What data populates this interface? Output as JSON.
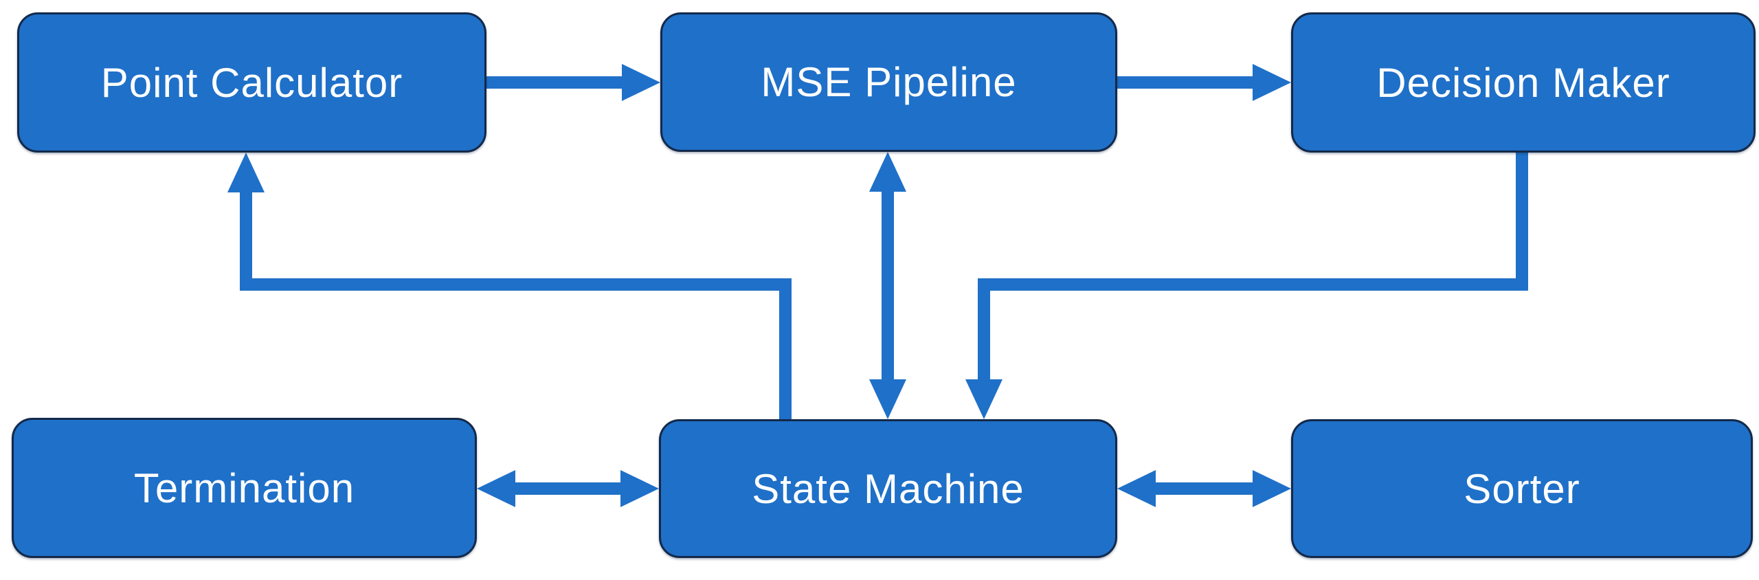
{
  "figure": {
    "type": "flow-diagram",
    "background": "#FFFFFF"
  },
  "colors": {
    "node_fill": "#1F70C8",
    "node_border": "#13294A",
    "arrow": "#1F70C8",
    "label_text": "#FFFFFF"
  },
  "nodes": [
    {
      "id": "point-calculator",
      "label": "Point Calculator",
      "row": "top"
    },
    {
      "id": "mse-pipeline",
      "label": "MSE Pipeline",
      "row": "top"
    },
    {
      "id": "decision-maker",
      "label": "Decision Maker",
      "row": "top"
    },
    {
      "id": "termination",
      "label": "Termination",
      "row": "bottom"
    },
    {
      "id": "state-machine",
      "label": "State Machine",
      "row": "bottom"
    },
    {
      "id": "sorter",
      "label": "Sorter",
      "row": "bottom"
    }
  ],
  "edges": [
    {
      "from": "point-calculator",
      "to": "mse-pipeline",
      "style": "straight",
      "direction": "one-way"
    },
    {
      "from": "mse-pipeline",
      "to": "decision-maker",
      "style": "straight",
      "direction": "one-way"
    },
    {
      "from": "mse-pipeline",
      "to": "state-machine",
      "style": "straight-vertical",
      "direction": "two-way"
    },
    {
      "from": "decision-maker",
      "to": "state-machine",
      "style": "elbow",
      "direction": "one-way"
    },
    {
      "from": "state-machine",
      "to": "point-calculator",
      "style": "elbow",
      "direction": "one-way"
    },
    {
      "from": "termination",
      "to": "state-machine",
      "style": "straight",
      "direction": "two-way"
    },
    {
      "from": "state-machine",
      "to": "sorter",
      "style": "straight",
      "direction": "two-way"
    }
  ]
}
